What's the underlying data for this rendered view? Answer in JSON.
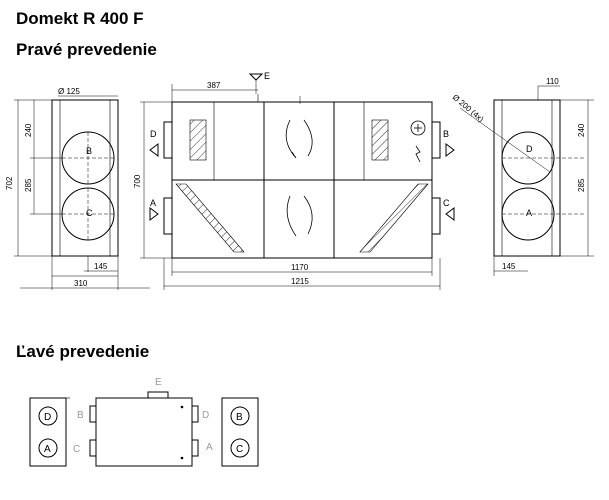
{
  "title": "Domekt R 400 F",
  "right_version_title": "Pravé prevedenie",
  "left_version_title": "Ľavé prevedenie",
  "dimensions": {
    "duct_diameter": "Ø 125",
    "height_total": "702",
    "top_to_b": "240",
    "b_to_c": "285",
    "bottom_offset": "145",
    "side_width": "310",
    "top_offset": "387",
    "body_height": "700",
    "body_inner_length": "1170",
    "body_total_length": "1215",
    "right_top_offset": "110",
    "bracket_holes": "Ø 200 (4x)",
    "right_top_to_d": "240",
    "right_d_to_a": "285",
    "right_bottom_offset": "145"
  },
  "ports": {
    "a": "A",
    "b": "B",
    "c": "C",
    "d": "D",
    "e": "E"
  }
}
